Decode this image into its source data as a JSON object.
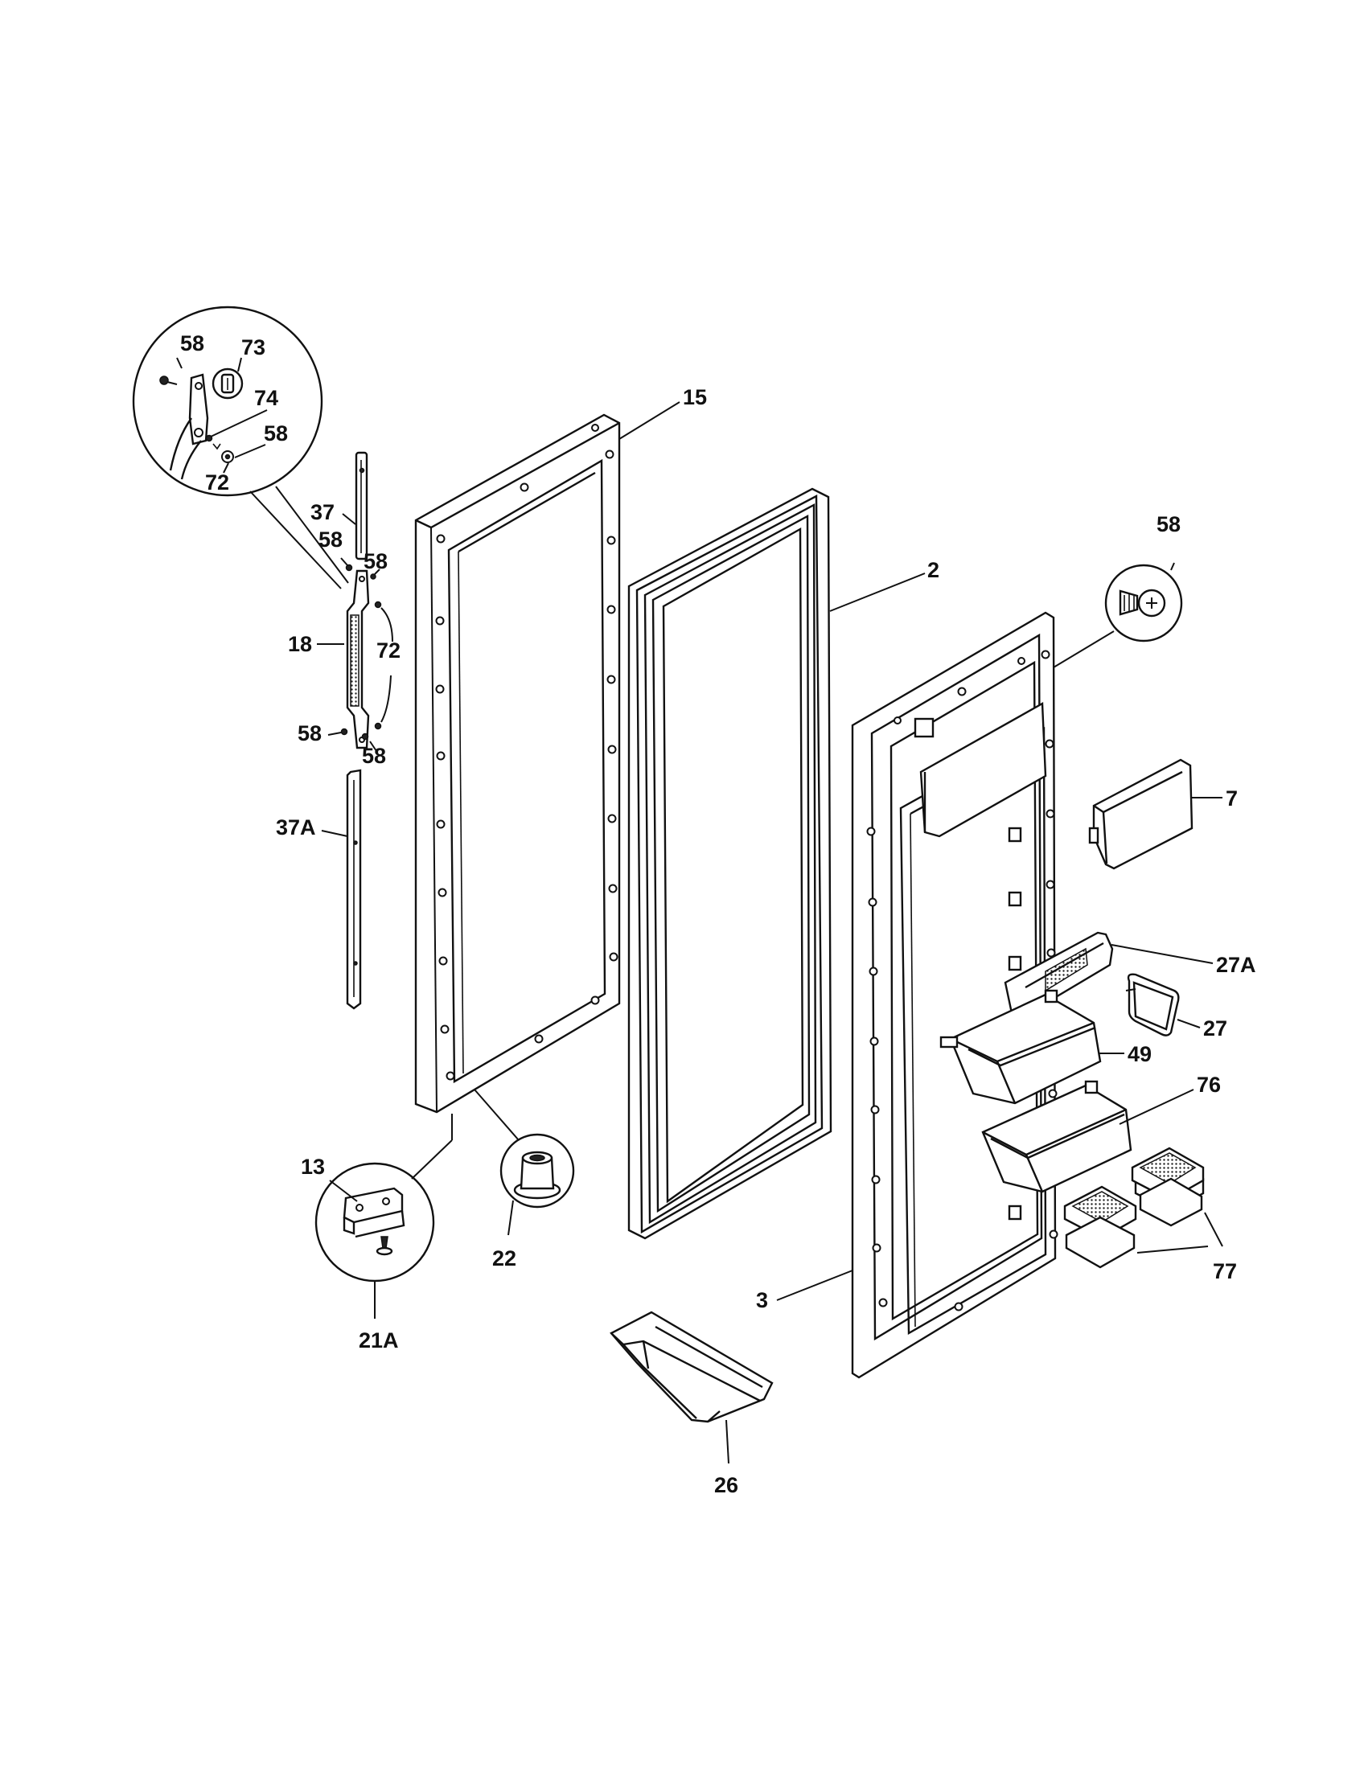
{
  "callouts": {
    "c58_detail_a": "58",
    "c73": "73",
    "c74": "74",
    "c58_detail_b": "58",
    "c72_detail": "72",
    "c15": "15",
    "c37": "37",
    "c58_hinge_a": "58",
    "c58_hinge_b": "58",
    "c18": "18",
    "c72_hinge": "72",
    "c58_hinge_c": "58",
    "c58_hinge_d": "58",
    "c37a": "37A",
    "c2": "2",
    "c58_screw": "58",
    "c7": "7",
    "c27a": "27A",
    "c27": "27",
    "c49": "49",
    "c76": "76",
    "c77": "77",
    "c13": "13",
    "c22": "22",
    "c21a": "21A",
    "c3": "3",
    "c26": "26"
  }
}
